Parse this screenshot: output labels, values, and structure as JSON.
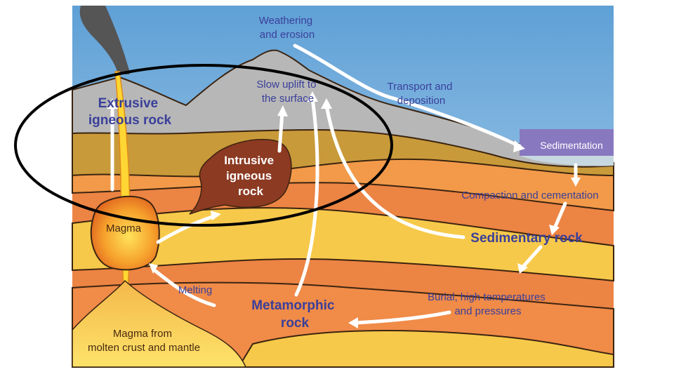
{
  "labels": {
    "weathering": [
      "Weathering",
      "and erosion"
    ],
    "transport": [
      "Transport and",
      "deposition"
    ],
    "sedimentation": "Sedimentation",
    "compaction": "Compaction and cementation",
    "sedimentary": "Sedimentary rock",
    "burial": [
      "Burial, high temperatures",
      "and pressures"
    ],
    "metamorphic": [
      "Metamorphic",
      "rock"
    ],
    "melting": "Melting",
    "magma_source": [
      "Magma from",
      "molten crust and mantle"
    ],
    "magma": "Magma",
    "intrusive": [
      "Intrusive",
      "igneous",
      "rock"
    ],
    "extrusive": [
      "Extrusive",
      "igneous rock"
    ],
    "uplift": [
      "Slow uplift to",
      "the surface"
    ]
  },
  "colors": {
    "sky": "#7fb4de",
    "mountain": "#b9b9b9",
    "sediment_layer": "#c99a3a",
    "orange_layer": "#ef8c4a",
    "yellow_layer": "#f7c94a",
    "deep_orange": "#e8753a",
    "intrusive": "#8c3a22",
    "sea": "#8878c0",
    "label_blue": "#3a3f9a",
    "highlight_ellipse": "#000000"
  }
}
